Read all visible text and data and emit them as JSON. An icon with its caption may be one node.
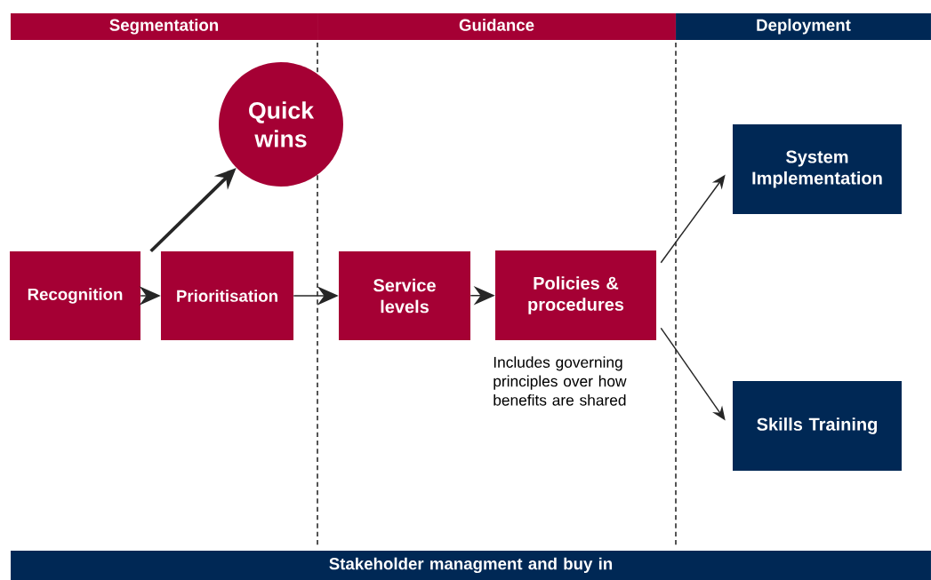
{
  "diagram": {
    "nodes": [
      {
        "text": [
          "Segmentation"
        ]
      },
      {
        "text": [
          "Guidance"
        ]
      },
      {
        "text": [
          "Deployment"
        ]
      },
      {
        "text": [
          "Quick wins"
        ]
      },
      {
        "text": [
          "Recognition"
        ]
      },
      {
        "text": [
          "Prioritisation"
        ]
      },
      {
        "text": [
          "Service levels"
        ]
      },
      {
        "text": [
          "Policies & procedures"
        ],
        "beside": [
          "Includes governing principles over how benefits are shared"
        ]
      },
      {
        "text": [
          "System Implementation"
        ]
      },
      {
        "text": [
          "Skills Training"
        ]
      },
      {
        "text": [
          "Stakeholder managment and buy in"
        ]
      }
    ],
    "edges": [
      {
        "from": 5,
        "to": 3,
        "arrow": "to",
        "style": "thick"
      },
      {
        "from": 4,
        "to": 5,
        "arrow": "to"
      },
      {
        "from": 5,
        "to": 6,
        "arrow": "to"
      },
      {
        "from": 6,
        "to": 7,
        "arrow": "to"
      },
      {
        "from": 7,
        "to": 8,
        "arrow": "to"
      },
      {
        "from": 7,
        "to": 9,
        "arrow": "to"
      }
    ]
  }
}
